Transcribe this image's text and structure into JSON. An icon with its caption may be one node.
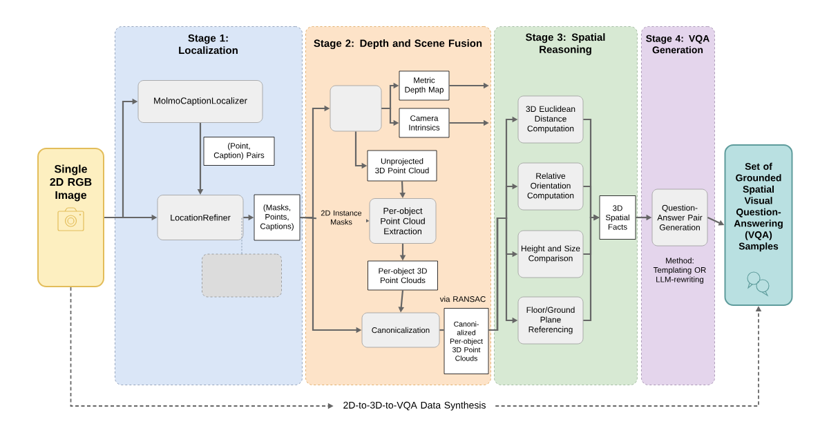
{
  "diagram": {
    "nodes": [
      {
        "text": [
          "Stage 1: Localization"
        ]
      },
      {
        "text": [
          "Stage 2: Depth and Scene Fusion"
        ]
      },
      {
        "text": [
          "Stage 3: Spatial Reasoning"
        ]
      },
      {
        "text": [
          "Stage 4: VQA Generation"
        ]
      },
      {
        "text": [
          "Single 2D RGB Image"
        ]
      },
      {
        "text": [
          "MolmoCaptionLocalizer"
        ],
        "in": 0
      },
      {
        "text": [
          "(Point, Caption) Pairs"
        ],
        "in": 0
      },
      {
        "text": [
          "LocationRefiner"
        ],
        "in": 0
      },
      {
        "text": [
          "(Masks, Points, Captions)"
        ],
        "in": 0
      },
      {
        "text": [],
        "shape": "box",
        "in": 0
      },
      {
        "text": [],
        "shape": "box",
        "in": 1
      },
      {
        "text": [
          "Metric Depth Map"
        ],
        "in": 1
      },
      {
        "text": [
          "Camera Intrinsics"
        ],
        "in": 1
      },
      {
        "text": [
          "Unprojected 3D Point Cloud"
        ],
        "in": 1
      },
      {
        "text": [
          "Per-object Point Cloud Extraction"
        ],
        "in": 1
      },
      {
        "text": [
          "Per-object 3D Point Clouds"
        ],
        "in": 1
      },
      {
        "text": [
          "Canonicalization"
        ],
        "in": 1
      },
      {
        "text": [
          "Canoni- alized Per-object 3D Point Clouds"
        ],
        "beside": [
          "via RANSAC"
        ],
        "in": 1
      },
      {
        "text": [
          "3D Euclidean Distance Computation"
        ],
        "in": 2
      },
      {
        "text": [
          "Relative Orientation Computation"
        ],
        "in": 2
      },
      {
        "text": [
          "Height and Size Comparison"
        ],
        "in": 2
      },
      {
        "text": [
          "Floor/Ground Plane Referencing"
        ],
        "in": 2
      },
      {
        "text": [
          "3D Spatial Facts"
        ],
        "in": 2
      },
      {
        "text": [
          "Question-Answer Pair Generation"
        ],
        "beside": [
          "Method: Templating OR LLM-rewriting"
        ],
        "in": 3
      },
      {
        "text": [
          "Set of Grounded Spatial Visual Question-Answering (VQA) Samples"
        ]
      },
      {
        "text": [
          "2D-to-3D-to-VQA Data Synthesis"
        ]
      }
    ],
    "edges": [
      {
        "from": 4,
        "to": 5,
        "arrow": "to"
      },
      {
        "from": 4,
        "to": 7,
        "arrow": "to"
      },
      {
        "from": 5,
        "to": 7,
        "arrow": "to"
      },
      {
        "from": 7,
        "to": 8,
        "arrow": "to"
      },
      {
        "from": 9,
        "to": 7,
        "arrow": "none",
        "style": "dashed",
        "color": "#7f8fa6"
      },
      {
        "from": 8,
        "to": 10,
        "arrow": "to"
      },
      {
        "from": 8,
        "to": 14,
        "arrow": "to",
        "label": "2D Instance Masks"
      },
      {
        "from": 8,
        "to": 16,
        "arrow": "to"
      },
      {
        "from": 10,
        "to": 11,
        "arrow": "to"
      },
      {
        "from": 10,
        "to": 12,
        "arrow": "to"
      },
      {
        "from": 10,
        "to": 13,
        "arrow": "to"
      },
      {
        "from": 11,
        "to": null,
        "arrow": "to"
      },
      {
        "from": 12,
        "to": null,
        "arrow": "to"
      },
      {
        "from": 13,
        "to": 14,
        "arrow": "to"
      },
      {
        "from": 14,
        "to": 15,
        "arrow": "to"
      },
      {
        "from": 15,
        "to": 16,
        "arrow": "to"
      },
      {
        "from": 16,
        "to": 17,
        "arrow": "none"
      },
      {
        "from": 17,
        "to": 18,
        "arrow": "to"
      },
      {
        "from": 17,
        "to": 19,
        "arrow": "to"
      },
      {
        "from": 17,
        "to": 20,
        "arrow": "to"
      },
      {
        "from": 17,
        "to": 21,
        "arrow": "to"
      },
      {
        "from": 18,
        "to": 22,
        "arrow": "to"
      },
      {
        "from": 19,
        "to": 22,
        "arrow": "to"
      },
      {
        "from": 20,
        "to": 22,
        "arrow": "to"
      },
      {
        "from": 21,
        "to": 22,
        "arrow": "to"
      },
      {
        "from": 22,
        "to": 23,
        "arrow": "to"
      },
      {
        "from": 23,
        "to": 24,
        "arrow": "to"
      },
      {
        "from": 4,
        "to": 25,
        "arrow": "to",
        "style": "dashed"
      },
      {
        "from": 25,
        "to": 24,
        "arrow": "to",
        "style": "dashed"
      }
    ]
  }
}
